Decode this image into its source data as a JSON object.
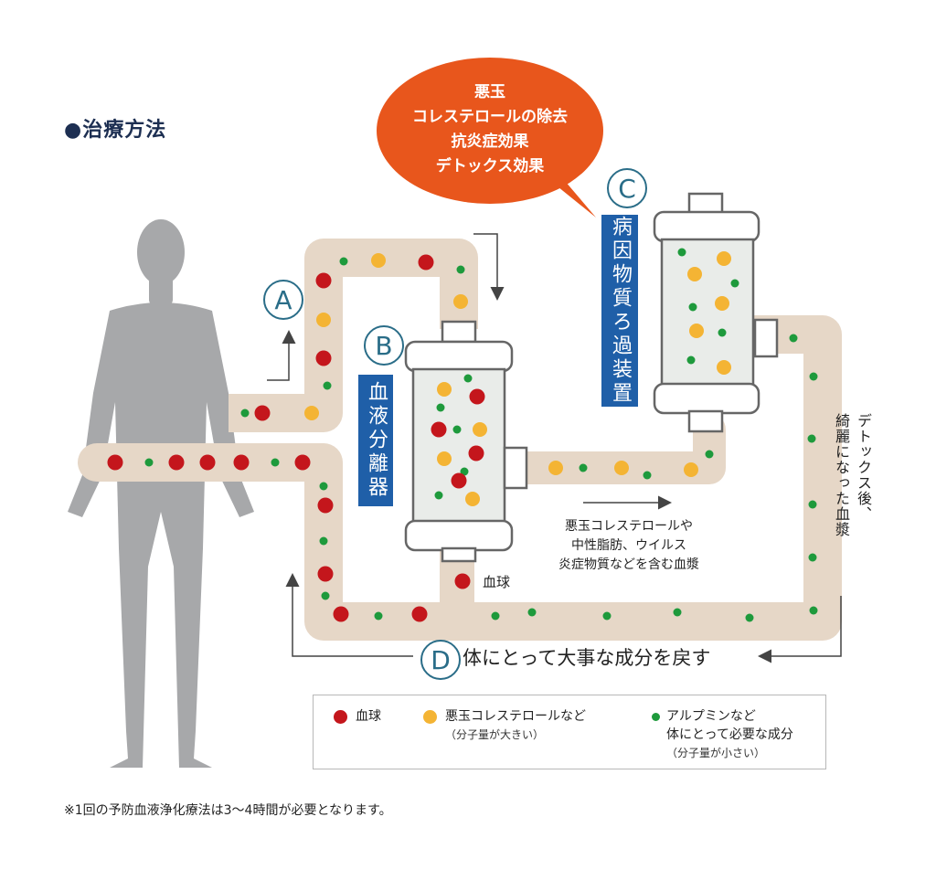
{
  "title": "●治療方法",
  "bubble": {
    "lines": [
      "悪玉",
      "コレステロールの除去",
      "抗炎症効果",
      "デトックス効果"
    ],
    "color": "#e8561c"
  },
  "steps": {
    "a": "A",
    "b": "B",
    "c": "C",
    "d": "D"
  },
  "label_b": "血液分離器",
  "label_c": "病因物質ろ過装置",
  "mid_note": [
    "悪玉コレステロールや",
    "中性脂肪、ウイルス",
    "炎症物質などを含む血漿"
  ],
  "right_note": [
    "デトックス後、",
    "綺麗になった血漿"
  ],
  "blood_cell_label": "血球",
  "return_label": "体にとって大事な成分を戻す",
  "legend": {
    "red": {
      "label": "血球"
    },
    "yellow": {
      "label": "悪玉コレステロールなど",
      "sub": "（分子量が大きい）"
    },
    "green": {
      "label": "アルプミンなど",
      "label2": "体にとって必要な成分",
      "sub": "（分子量が小さい）"
    }
  },
  "footnote": "※1回の予防血液浄化療法は3〜4時間が必要となります。",
  "colors": {
    "red": "#c4161c",
    "yellow": "#f4b434",
    "green": "#1e9a3c",
    "tube": "#e6d7c7",
    "blue": "#1f5fa8",
    "orange": "#e8561c",
    "body": "#a7a8aa"
  }
}
